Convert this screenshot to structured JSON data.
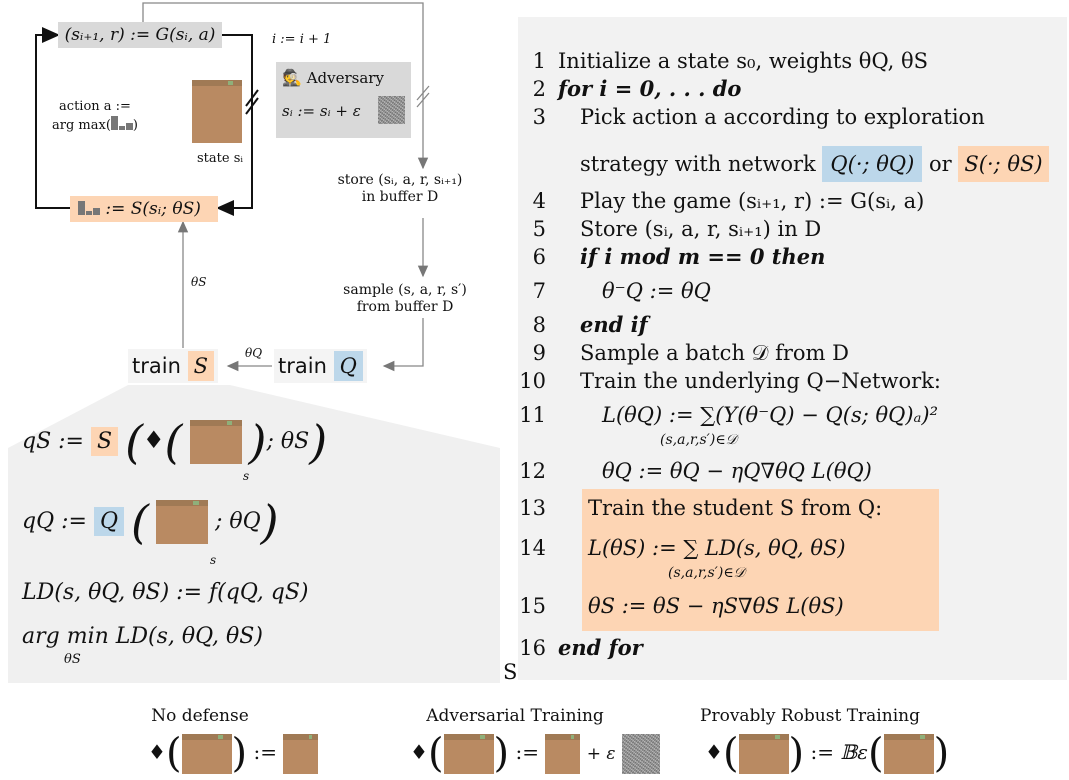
{
  "diagram": {
    "game_step": "(sᵢ₊₁, r) := G(sᵢ, a)",
    "increment": "i := i + 1",
    "adversary_label": "Adversary",
    "adversary_formula": "sᵢ := sᵢ + ε",
    "action_line1": "action a :=",
    "action_line2": "arg max(",
    "action_line2_end": ")",
    "state_label": "state sᵢ",
    "student_eval": ":= S(sᵢ; θS)",
    "store_line1": "store (sᵢ, a, r, sᵢ₊₁)",
    "store_line2": "in buffer D",
    "sample_line1": "sample (s, a, r, s′)",
    "sample_line2": "from buffer D",
    "theta_s_edge": "θS",
    "theta_q_edge": "θQ",
    "train_word_s": "train",
    "train_s_symbol": "S",
    "train_word_q": "train",
    "train_q_symbol": "Q"
  },
  "detail": {
    "qs_lhs": "qS :=",
    "qs_S": "S",
    "qs_rhs": "; θS",
    "qq_lhs": "qQ :=",
    "qq_Q": "Q",
    "qq_rhs": "; θQ",
    "sub_s": "s",
    "loss_def": "LD(s, θQ, θS) := f(qQ, qS)",
    "argmin": "arg min LD(s, θQ, θS)",
    "argmin_sub": "θS"
  },
  "algorithm": [
    {
      "n": "1",
      "text": "Initialize a state s₀, weights θQ, θS"
    },
    {
      "n": "2",
      "text": "for i = 0, . . . do"
    },
    {
      "n": "3",
      "text": "Pick action a according to exploration"
    },
    {
      "n": "",
      "text": "strategy with network"
    },
    {
      "n": "4",
      "text": "Play the game (sᵢ₊₁, r) := G(sᵢ, a)"
    },
    {
      "n": "5",
      "text": "Store (sᵢ, a, r, sᵢ₊₁) in D"
    },
    {
      "n": "6",
      "text": "if i  mod m == 0 then"
    },
    {
      "n": "7",
      "text": "θ⁻Q := θQ"
    },
    {
      "n": "8",
      "text": "end if"
    },
    {
      "n": "9",
      "text": "Sample a batch 𝒟 from D"
    },
    {
      "n": "10",
      "text": "Train the underlying Q−Network:"
    },
    {
      "n": "11",
      "text": "L(θQ) := ∑(Y(θ⁻Q) − Q(s; θQ)ₐ)²"
    },
    {
      "n": "12",
      "text": "θQ := θQ − ηQ∇θQ L(θQ)"
    },
    {
      "n": "13",
      "text": "Train the student S from Q:"
    },
    {
      "n": "14",
      "text": "L(θS) := ∑ LD(s, θQ, θS)"
    },
    {
      "n": "15",
      "text": "θS := θS − ηS∇θS L(θS)"
    },
    {
      "n": "16",
      "text": "end for"
    }
  ],
  "algo_extra": {
    "net_q": "Q(·; θQ)",
    "or_word": "or",
    "net_s": "S(·; θS)",
    "sum_sub": "(s,a,r,s′)∈𝒟",
    "stray_s": "S"
  },
  "bottom": {
    "no_defense": "No defense",
    "adv_training": "Adversarial Training",
    "prov_training": "Provably Robust Training",
    "assign": ":=",
    "plus_eps": "+ ε",
    "ball": "𝔹ε"
  }
}
